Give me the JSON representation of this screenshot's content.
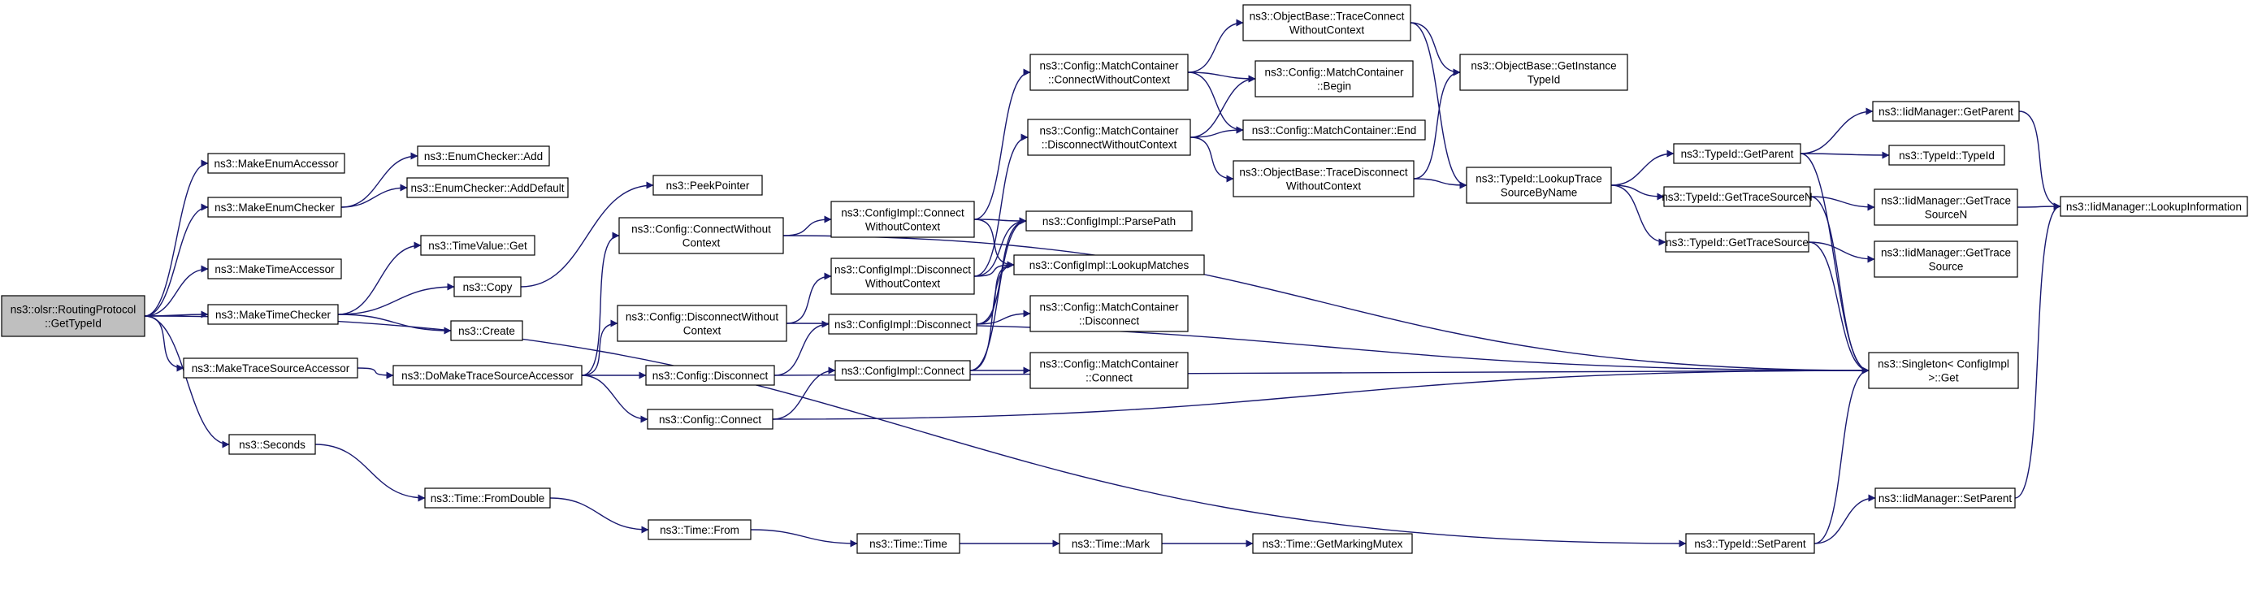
{
  "diagram": {
    "nodes": [
      {
        "id": "root",
        "lines": [
          "ns3::olsr::RoutingProtocol",
          "::GetTypeId"
        ],
        "root": true
      },
      {
        "id": "makeEnumAccessor",
        "lines": [
          "ns3::MakeEnumAccessor"
        ]
      },
      {
        "id": "makeEnumChecker",
        "lines": [
          "ns3::MakeEnumChecker"
        ]
      },
      {
        "id": "enumCheckerAdd",
        "lines": [
          "ns3::EnumChecker::Add"
        ]
      },
      {
        "id": "enumCheckerAddDefault",
        "lines": [
          "ns3::EnumChecker::AddDefault"
        ]
      },
      {
        "id": "makeTimeAccessor",
        "lines": [
          "ns3::MakeTimeAccessor"
        ]
      },
      {
        "id": "makeTimeChecker",
        "lines": [
          "ns3::MakeTimeChecker"
        ]
      },
      {
        "id": "timeValueGet",
        "lines": [
          "ns3::TimeValue::Get"
        ]
      },
      {
        "id": "copy",
        "lines": [
          "ns3::Copy"
        ]
      },
      {
        "id": "create",
        "lines": [
          "ns3::Create"
        ]
      },
      {
        "id": "peekPointer",
        "lines": [
          "ns3::PeekPointer"
        ]
      },
      {
        "id": "makeTraceSourceAccessor",
        "lines": [
          "ns3::MakeTraceSourceAccessor"
        ]
      },
      {
        "id": "doMakeTraceSourceAccessor",
        "lines": [
          "ns3::DoMakeTraceSourceAccessor"
        ]
      },
      {
        "id": "seconds",
        "lines": [
          "ns3::Seconds"
        ]
      },
      {
        "id": "timeFromDouble",
        "lines": [
          "ns3::Time::FromDouble"
        ]
      },
      {
        "id": "timeFrom",
        "lines": [
          "ns3::Time::From"
        ]
      },
      {
        "id": "timeTime",
        "lines": [
          "ns3::Time::Time"
        ]
      },
      {
        "id": "timeMark",
        "lines": [
          "ns3::Time::Mark"
        ]
      },
      {
        "id": "timeGetMarkingMutex",
        "lines": [
          "ns3::Time::GetMarkingMutex"
        ]
      },
      {
        "id": "configConnectWithoutContext",
        "lines": [
          "ns3::Config::ConnectWithout",
          "Context"
        ]
      },
      {
        "id": "configDisconnectWithoutContext",
        "lines": [
          "ns3::Config::DisconnectWithout",
          "Context"
        ]
      },
      {
        "id": "configDisconnect",
        "lines": [
          "ns3::Config::Disconnect"
        ]
      },
      {
        "id": "configConnect",
        "lines": [
          "ns3::Config::Connect"
        ]
      },
      {
        "id": "configImplConnectWithoutContext",
        "lines": [
          "ns3::ConfigImpl::Connect",
          "WithoutContext"
        ]
      },
      {
        "id": "configImplDisconnectWithoutContext",
        "lines": [
          "ns3::ConfigImpl::Disconnect",
          "WithoutContext"
        ]
      },
      {
        "id": "configImplDisconnect",
        "lines": [
          "ns3::ConfigImpl::Disconnect"
        ]
      },
      {
        "id": "configImplConnect",
        "lines": [
          "ns3::ConfigImpl::Connect"
        ]
      },
      {
        "id": "mcConnectWithoutContext",
        "lines": [
          "ns3::Config::MatchContainer",
          "::ConnectWithoutContext"
        ]
      },
      {
        "id": "mcDisconnectWithoutContext",
        "lines": [
          "ns3::Config::MatchContainer",
          "::DisconnectWithoutContext"
        ]
      },
      {
        "id": "configImplParsePath",
        "lines": [
          "ns3::ConfigImpl::ParsePath"
        ]
      },
      {
        "id": "configImplLookupMatches",
        "lines": [
          "ns3::ConfigImpl::LookupMatches"
        ]
      },
      {
        "id": "mcDisconnect",
        "lines": [
          "ns3::Config::MatchContainer",
          "::Disconnect"
        ]
      },
      {
        "id": "mcConnect",
        "lines": [
          "ns3::Config::MatchContainer",
          "::Connect"
        ]
      },
      {
        "id": "obTraceConnectWithoutContext",
        "lines": [
          "ns3::ObjectBase::TraceConnect",
          "WithoutContext"
        ]
      },
      {
        "id": "mcBegin",
        "lines": [
          "ns3::Config::MatchContainer",
          "::Begin"
        ]
      },
      {
        "id": "mcEnd",
        "lines": [
          "ns3::Config::MatchContainer::End"
        ]
      },
      {
        "id": "obTraceDisconnectWithoutContext",
        "lines": [
          "ns3::ObjectBase::TraceDisconnect",
          "WithoutContext"
        ]
      },
      {
        "id": "obGetInstanceTypeId",
        "lines": [
          "ns3::ObjectBase::GetInstance",
          "TypeId"
        ]
      },
      {
        "id": "typeIdLookupTraceSourceByName",
        "lines": [
          "ns3::TypeId::LookupTrace",
          "SourceByName"
        ]
      },
      {
        "id": "typeIdGetParent",
        "lines": [
          "ns3::TypeId::GetParent"
        ]
      },
      {
        "id": "typeIdGetTraceSourceN",
        "lines": [
          "ns3::TypeId::GetTraceSourceN"
        ]
      },
      {
        "id": "typeIdGetTraceSource",
        "lines": [
          "ns3::TypeId::GetTraceSource"
        ]
      },
      {
        "id": "typeIdSetParent",
        "lines": [
          "ns3::TypeId::SetParent"
        ]
      },
      {
        "id": "iidGetParent",
        "lines": [
          "ns3::IidManager::GetParent"
        ]
      },
      {
        "id": "typeIdTypeId",
        "lines": [
          "ns3::TypeId::TypeId"
        ]
      },
      {
        "id": "iidGetTraceSourceN",
        "lines": [
          "ns3::IidManager::GetTrace",
          "SourceN"
        ]
      },
      {
        "id": "iidGetTraceSource",
        "lines": [
          "ns3::IidManager::GetTrace",
          "Source"
        ]
      },
      {
        "id": "iidSetParent",
        "lines": [
          "ns3::IidManager::SetParent"
        ]
      },
      {
        "id": "singletonGet",
        "lines": [
          "ns3::Singleton< ConfigImpl",
          " >::Get"
        ]
      },
      {
        "id": "iidLookupInformation",
        "lines": [
          "ns3::IidManager::LookupInformation"
        ]
      }
    ],
    "edges": [
      [
        "root",
        "makeEnumAccessor"
      ],
      [
        "root",
        "makeEnumChecker"
      ],
      [
        "root",
        "makeTimeAccessor"
      ],
      [
        "root",
        "makeTimeChecker"
      ],
      [
        "root",
        "makeTraceSourceAccessor"
      ],
      [
        "root",
        "seconds"
      ],
      [
        "root",
        "typeIdSetParent"
      ],
      [
        "makeEnumChecker",
        "enumCheckerAdd"
      ],
      [
        "makeEnumChecker",
        "enumCheckerAddDefault"
      ],
      [
        "makeTimeChecker",
        "timeValueGet"
      ],
      [
        "makeTimeChecker",
        "copy"
      ],
      [
        "makeTimeChecker",
        "create"
      ],
      [
        "copy",
        "peekPointer"
      ],
      [
        "makeTraceSourceAccessor",
        "doMakeTraceSourceAccessor"
      ],
      [
        "doMakeTraceSourceAccessor",
        "configConnectWithoutContext"
      ],
      [
        "doMakeTraceSourceAccessor",
        "configDisconnectWithoutContext"
      ],
      [
        "doMakeTraceSourceAccessor",
        "configDisconnect"
      ],
      [
        "doMakeTraceSourceAccessor",
        "configConnect"
      ],
      [
        "configConnectWithoutContext",
        "configImplConnectWithoutContext"
      ],
      [
        "configConnectWithoutContext",
        "singletonGet"
      ],
      [
        "configDisconnectWithoutContext",
        "configImplDisconnectWithoutContext"
      ],
      [
        "configDisconnectWithoutContext",
        "singletonGet"
      ],
      [
        "configDisconnect",
        "configImplDisconnect"
      ],
      [
        "configDisconnect",
        "singletonGet"
      ],
      [
        "configConnect",
        "configImplConnect"
      ],
      [
        "configConnect",
        "singletonGet"
      ],
      [
        "configImplConnectWithoutContext",
        "mcConnectWithoutContext"
      ],
      [
        "configImplConnectWithoutContext",
        "configImplParsePath"
      ],
      [
        "configImplConnectWithoutContext",
        "configImplLookupMatches"
      ],
      [
        "configImplDisconnectWithoutContext",
        "mcDisconnectWithoutContext"
      ],
      [
        "configImplDisconnectWithoutContext",
        "configImplParsePath"
      ],
      [
        "configImplDisconnectWithoutContext",
        "configImplLookupMatches"
      ],
      [
        "configImplDisconnect",
        "mcDisconnect"
      ],
      [
        "configImplDisconnect",
        "configImplParsePath"
      ],
      [
        "configImplDisconnect",
        "configImplLookupMatches"
      ],
      [
        "configImplConnect",
        "mcConnect"
      ],
      [
        "configImplConnect",
        "configImplParsePath"
      ],
      [
        "configImplConnect",
        "configImplLookupMatches"
      ],
      [
        "mcConnectWithoutContext",
        "obTraceConnectWithoutContext"
      ],
      [
        "mcConnectWithoutContext",
        "mcBegin"
      ],
      [
        "mcConnectWithoutContext",
        "mcEnd"
      ],
      [
        "mcDisconnectWithoutContext",
        "mcBegin"
      ],
      [
        "mcDisconnectWithoutContext",
        "mcEnd"
      ],
      [
        "mcDisconnectWithoutContext",
        "obTraceDisconnectWithoutContext"
      ],
      [
        "obTraceConnectWithoutContext",
        "obGetInstanceTypeId"
      ],
      [
        "obTraceConnectWithoutContext",
        "typeIdLookupTraceSourceByName"
      ],
      [
        "obTraceDisconnectWithoutContext",
        "obGetInstanceTypeId"
      ],
      [
        "obTraceDisconnectWithoutContext",
        "typeIdLookupTraceSourceByName"
      ],
      [
        "typeIdLookupTraceSourceByName",
        "typeIdGetParent"
      ],
      [
        "typeIdLookupTraceSourceByName",
        "typeIdGetTraceSourceN"
      ],
      [
        "typeIdLookupTraceSourceByName",
        "typeIdGetTraceSource"
      ],
      [
        "typeIdGetParent",
        "iidGetParent"
      ],
      [
        "typeIdGetParent",
        "typeIdTypeId"
      ],
      [
        "typeIdGetParent",
        "singletonGet"
      ],
      [
        "typeIdGetTraceSourceN",
        "iidGetTraceSourceN"
      ],
      [
        "typeIdGetTraceSourceN",
        "singletonGet"
      ],
      [
        "typeIdGetTraceSource",
        "iidGetTraceSource"
      ],
      [
        "typeIdGetTraceSource",
        "singletonGet"
      ],
      [
        "typeIdSetParent",
        "iidSetParent"
      ],
      [
        "typeIdSetParent",
        "singletonGet"
      ],
      [
        "iidGetParent",
        "iidLookupInformation"
      ],
      [
        "iidGetTraceSourceN",
        "iidLookupInformation"
      ],
      [
        "iidSetParent",
        "iidLookupInformation"
      ],
      [
        "seconds",
        "timeFromDouble"
      ],
      [
        "timeFromDouble",
        "timeFrom"
      ],
      [
        "timeFrom",
        "timeTime"
      ],
      [
        "timeTime",
        "timeMark"
      ],
      [
        "timeMark",
        "timeGetMarkingMutex"
      ]
    ]
  }
}
